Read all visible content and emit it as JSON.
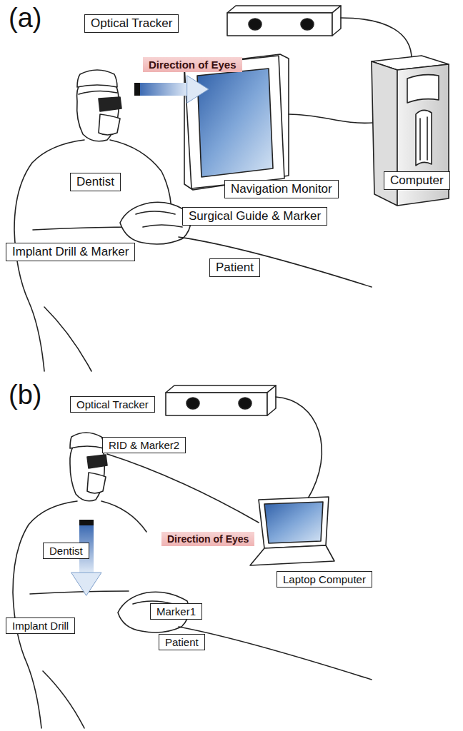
{
  "diagram": {
    "nodes": [
      {
        "text": [
          "Optical Tracker"
        ]
      },
      {
        "text": [
          "Direction of Eyes"
        ]
      },
      {
        "text": [
          "Dentist"
        ]
      },
      {
        "text": [
          "Navigation Monitor"
        ]
      },
      {
        "text": [
          "Computer"
        ]
      },
      {
        "text": [
          "Surgical Guide & Marker"
        ]
      },
      {
        "text": [
          "Implant Drill & Marker"
        ]
      },
      {
        "text": [
          "Patient"
        ]
      },
      {
        "text": [
          "Optical Tracker"
        ]
      },
      {
        "text": [
          "RID & Marker2"
        ]
      },
      {
        "text": [
          "Laptop Computer"
        ]
      },
      {
        "text": [
          "Direction of Eyes"
        ]
      },
      {
        "text": [
          "Dentist"
        ]
      },
      {
        "text": [
          "Marker1"
        ]
      },
      {
        "text": [
          "Implant Drill"
        ]
      },
      {
        "text": [
          "Patient"
        ]
      }
    ],
    "labels": [
      "(a)",
      "(b)"
    ]
  }
}
